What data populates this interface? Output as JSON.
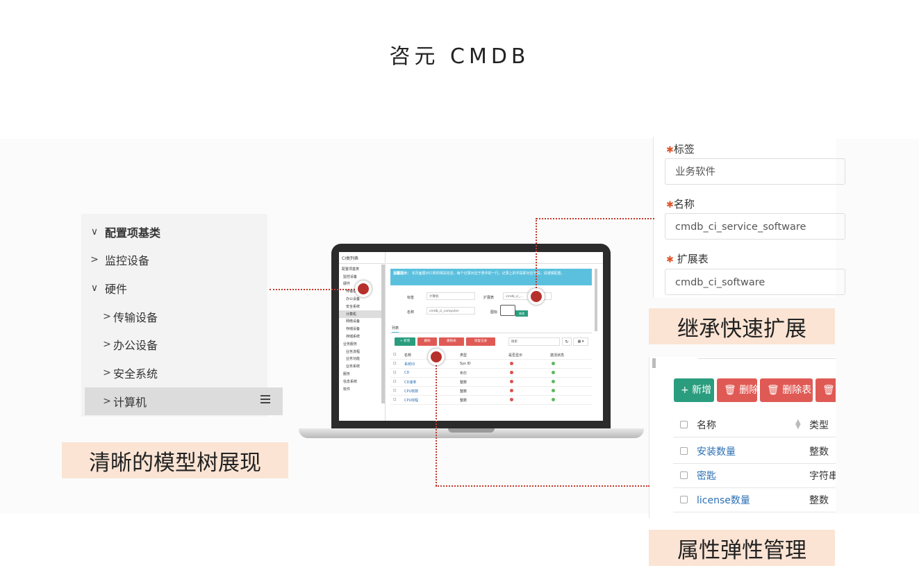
{
  "page": {
    "title": "咨元   CMDB"
  },
  "tree": {
    "items": [
      {
        "label": "配置项基类",
        "caret": "∨",
        "bold": true
      },
      {
        "label": "监控设备",
        "caret": ">"
      },
      {
        "label": "硬件",
        "caret": "∨"
      },
      {
        "label": "传输设备",
        "caret": ">"
      },
      {
        "label": "办公设备",
        "caret": ">"
      },
      {
        "label": "安全系统",
        "caret": ">"
      },
      {
        "label": "计算机",
        "caret": ">",
        "selected": true
      }
    ]
  },
  "captions": {
    "tree": "清晰的模型树展现",
    "extend": "继承快速扩展",
    "attributes": "属性弹性管理"
  },
  "mini": {
    "side_title": "CI类列表",
    "side_items": [
      "配置项基类",
      "监控设备",
      "硬件",
      "传输设备",
      "办公设备",
      "安全系统",
      "计算机",
      "网络设备",
      "存储设备",
      "存储系统",
      "业务服务",
      "业务流程",
      "业务功能",
      "业务系统",
      "服务",
      "信息系统",
      "软件"
    ],
    "info_title": "温馨提示：",
    "info_text": "本页面展示CI类的相关信息，每个记录对应于表中的一行，记录上的字段即对应字段，请谨慎配置。",
    "labels": {
      "tag": "标签",
      "tag_value": "计算机",
      "ext": "扩展表",
      "ext_value": "cmdb_ci_...",
      "name": "名称",
      "name_value": "cmdb_ci_computer",
      "icon": "图标",
      "icon_btn": "修改"
    },
    "tab": "列表",
    "buttons": [
      "+ 新增",
      "删除",
      "删除表",
      "恢复记录"
    ],
    "search_placeholder": "搜索",
    "headers": [
      "名称",
      "类型",
      "是否显示",
      "激活状态"
    ],
    "rows": [
      {
        "name": "系统ID",
        "type": "Sys ID"
      },
      {
        "name": "CD",
        "type": "布尔"
      },
      {
        "name": "CD速率",
        "type": "整数"
      },
      {
        "name": "CPU核数",
        "type": "整数"
      },
      {
        "name": "CPU线程",
        "type": "整数"
      }
    ]
  },
  "form": {
    "fields": [
      {
        "label": "标签",
        "value": "业务软件"
      },
      {
        "label": "名称",
        "value": "cmdb_ci_service_software"
      },
      {
        "label": "扩展表",
        "value": "cmdb_ci_software"
      }
    ]
  },
  "list": {
    "buttons": [
      {
        "label": "+ 新增",
        "color": "#2a9d7e"
      },
      {
        "label": "🗑 删除",
        "color": "#e05a55"
      },
      {
        "label": "🗑 删除表",
        "color": "#e05a55"
      },
      {
        "label": "🗑 清",
        "color": "#e05a55"
      }
    ],
    "header": {
      "name": "名称",
      "type": "类型"
    },
    "rows": [
      {
        "name": "安装数量",
        "type": "整数"
      },
      {
        "name": "密匙",
        "type": "字符串"
      },
      {
        "name": "license数量",
        "type": "整数"
      }
    ]
  },
  "colors": {
    "connector": "#c0392b",
    "caption_bg": "#fbe4d4",
    "info_bg": "#5bc0de",
    "add_btn": "#2a9d7e",
    "delete_btn": "#e05a55"
  }
}
